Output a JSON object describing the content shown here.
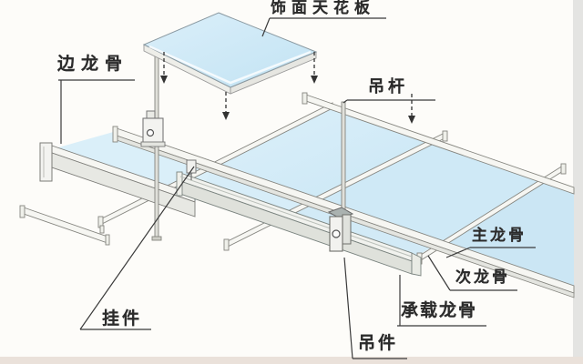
{
  "diagram": {
    "type": "suspended-ceiling-assembly-diagram",
    "labels": {
      "ceiling_panel": "饰面天花板",
      "edge_runner": "边龙骨",
      "hanger_rod": "吊杆",
      "main_runner": "主龙骨",
      "cross_runner": "次龙骨",
      "carrying_runner": "承载龙骨",
      "hook_clip": "挂件",
      "hanger_clip": "吊件"
    },
    "colors": {
      "background": "#fdfcf9",
      "panel_blue": "#d2eaf7",
      "panel_blue_light": "#ddf1fa",
      "runner_fill": "#f6f6f2",
      "outline": "#85857f",
      "leader_line": "#3a3a3a",
      "text": "#2b2b2b",
      "right_edge_band": "#e4e4e2",
      "bottom_edge_band": "#eae1da"
    }
  }
}
